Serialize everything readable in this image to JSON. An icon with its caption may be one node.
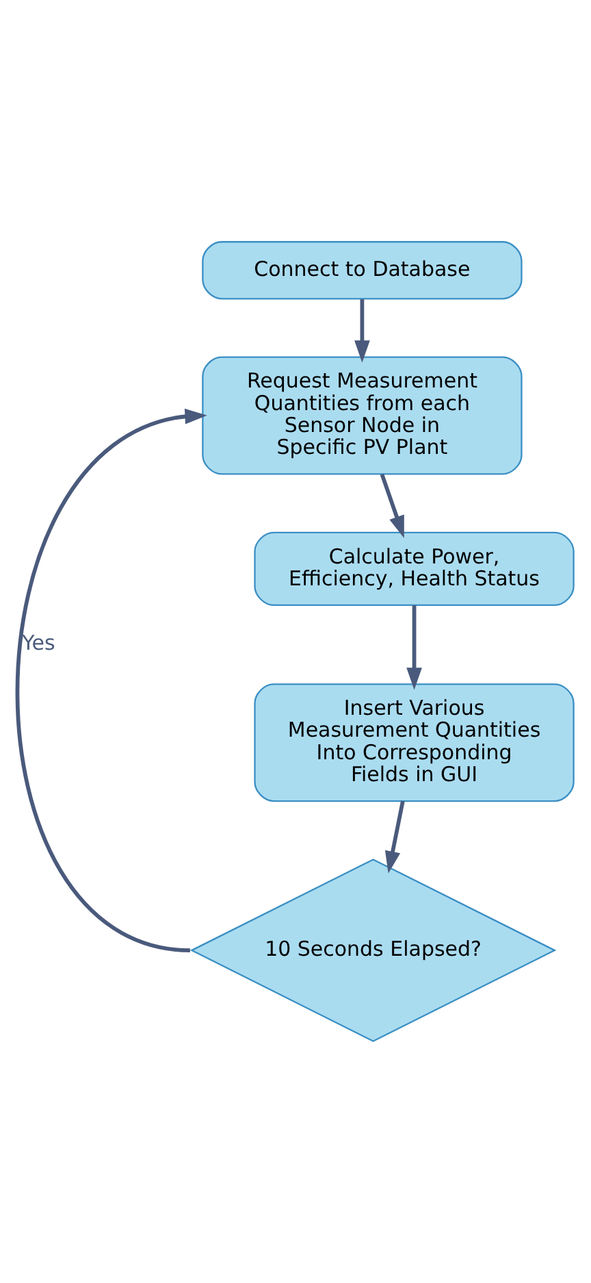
{
  "diagram": {
    "nodes": [
      {
        "text": [
          "Connect to Database"
        ]
      },
      {
        "text": [
          "Request Measurement Quantities from each Sensor Node in Specific PV Plant"
        ]
      },
      {
        "text": [
          "Calculate Power, Efficiency, Health Status"
        ]
      },
      {
        "text": [
          "Insert Various Measurement Quantities Into Corresponding Fields in GUI"
        ]
      },
      {
        "text": [
          "10 Seconds Elapsed?"
        ]
      }
    ],
    "edges": [
      {
        "from": 0,
        "to": 1,
        "arrow": "to"
      },
      {
        "from": 1,
        "to": 2,
        "arrow": "to"
      },
      {
        "from": 2,
        "to": 3,
        "arrow": "to"
      },
      {
        "from": 3,
        "to": 4,
        "arrow": "to"
      },
      {
        "from": 4,
        "to": 1,
        "arrow": "to",
        "label": "Yes"
      }
    ]
  }
}
